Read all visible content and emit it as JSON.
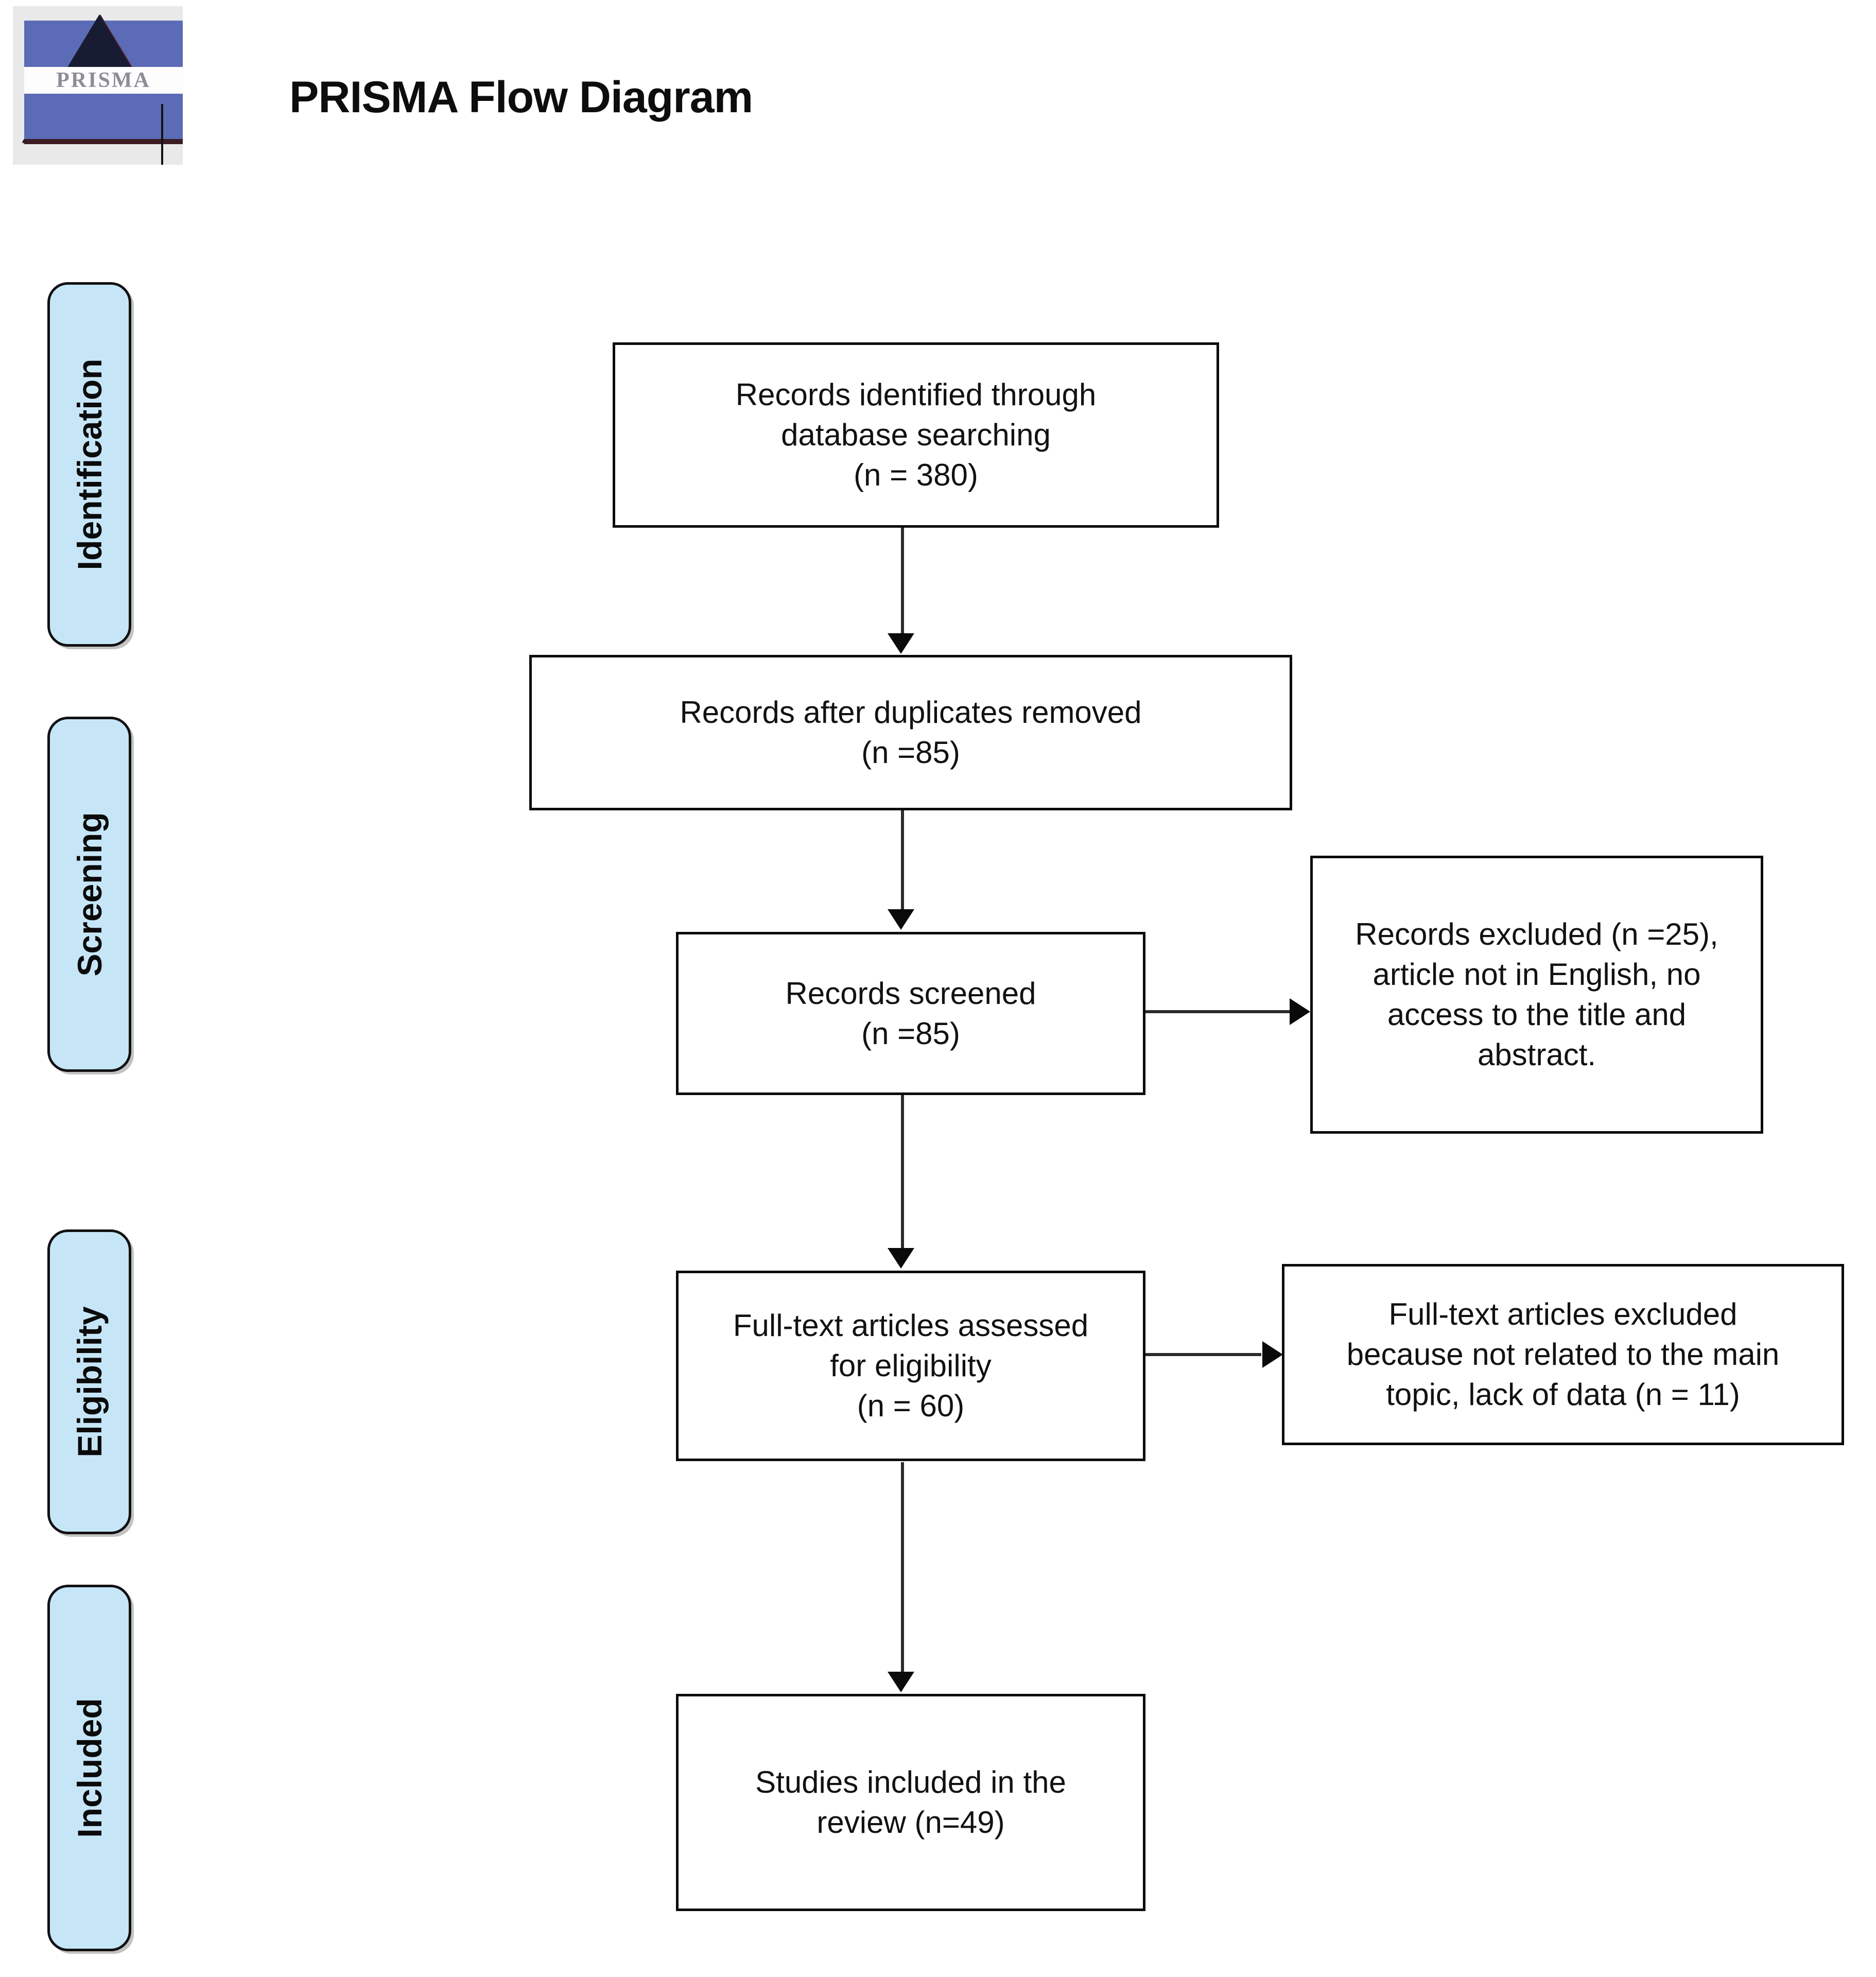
{
  "page": {
    "title": "PRISMA Flow Diagram",
    "background_color": "#ffffff"
  },
  "logo": {
    "wordmark": "PRISMA",
    "band_color": "#5b6bb5",
    "pyramid_color": "#171c33"
  },
  "colors": {
    "stage_pill_fill": "#c6e6f8",
    "stage_pill_border": "#111111",
    "box_border": "#0a0a0a",
    "connector": "#2b2b2b",
    "text": "#111111"
  },
  "stages": [
    {
      "id": "identification",
      "label": "Identification"
    },
    {
      "id": "screening",
      "label": "Screening"
    },
    {
      "id": "eligibility",
      "label": "Eligibility"
    },
    {
      "id": "included",
      "label": "Included"
    }
  ],
  "chart_data": {
    "type": "diagram",
    "title": "PRISMA Flow Diagram",
    "stages": [
      "Identification",
      "Screening",
      "Eligibility",
      "Included"
    ],
    "nodes": [
      {
        "id": "identified",
        "stage": "Identification",
        "label": "Records identified through database searching\n(n = 380)",
        "n": 380
      },
      {
        "id": "duplicates",
        "stage": "Identification",
        "label": "Records after duplicates removed\n(n =85)",
        "n": 85
      },
      {
        "id": "screened",
        "stage": "Screening",
        "label": "Records screened\n(n =85)",
        "n": 85
      },
      {
        "id": "records_excluded",
        "stage": "Screening",
        "label": "Records excluded (n =25), article not in English, no access to the title and abstract.",
        "n": 25
      },
      {
        "id": "fulltext",
        "stage": "Eligibility",
        "label": "Full-text articles assessed for eligibility\n(n = 60)",
        "n": 60
      },
      {
        "id": "fulltext_excluded",
        "stage": "Eligibility",
        "label": "Full-text articles excluded because not related to the main topic, lack of data (n = 11)",
        "n": 11
      },
      {
        "id": "included",
        "stage": "Included",
        "label": "Studies included in the review (n=49)",
        "n": 49
      }
    ],
    "edges": [
      {
        "from": "identified",
        "to": "duplicates",
        "direction": "down"
      },
      {
        "from": "duplicates",
        "to": "screened",
        "direction": "down"
      },
      {
        "from": "screened",
        "to": "records_excluded",
        "direction": "right"
      },
      {
        "from": "screened",
        "to": "fulltext",
        "direction": "down"
      },
      {
        "from": "fulltext",
        "to": "fulltext_excluded",
        "direction": "right"
      },
      {
        "from": "fulltext",
        "to": "included",
        "direction": "down"
      }
    ]
  },
  "boxes": {
    "identified": {
      "line1": "Records identified through",
      "line2": "database searching",
      "line3": "(n = 380)"
    },
    "duplicates": {
      "line1": "Records after duplicates removed",
      "line2": "(n =85)"
    },
    "screened": {
      "line1": "Records screened",
      "line2": "(n =85)"
    },
    "records_excluded": {
      "line1": "Records excluded (n =25),",
      "line2": "article not in English, no",
      "line3": "access to the title and",
      "line4": "abstract."
    },
    "fulltext": {
      "line1": "Full-text articles assessed",
      "line2": "for eligibility",
      "line3": "(n = 60)"
    },
    "fulltext_excluded": {
      "line1": "Full-text articles excluded",
      "line2": "because not related to the main",
      "line3": "topic, lack of data (n = 11)"
    },
    "included": {
      "line1": "Studies included in the",
      "line2": "review (n=49)"
    }
  }
}
